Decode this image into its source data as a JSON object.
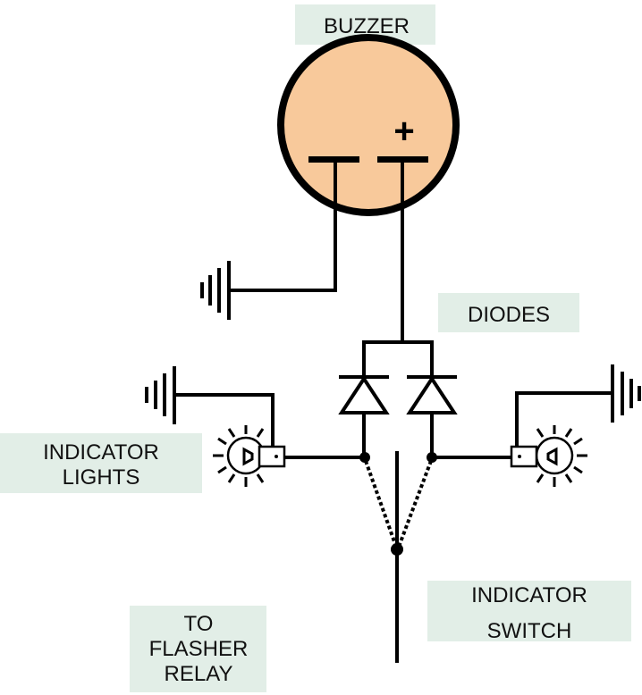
{
  "labels": {
    "buzzer": "BUZZER",
    "diodes": "DIODES",
    "indicator_lights": [
      "INDICATOR",
      "LIGHTS"
    ],
    "indicator_switch": [
      "INDICATOR",
      "SWITCH"
    ],
    "flasher_relay": [
      "TO",
      "FLASHER",
      "RELAY"
    ],
    "plus_sign": "+"
  },
  "colors": {
    "label_bg": "#e2eee7",
    "buzzer_fill": "#f8c99b",
    "wire": "#000000"
  }
}
